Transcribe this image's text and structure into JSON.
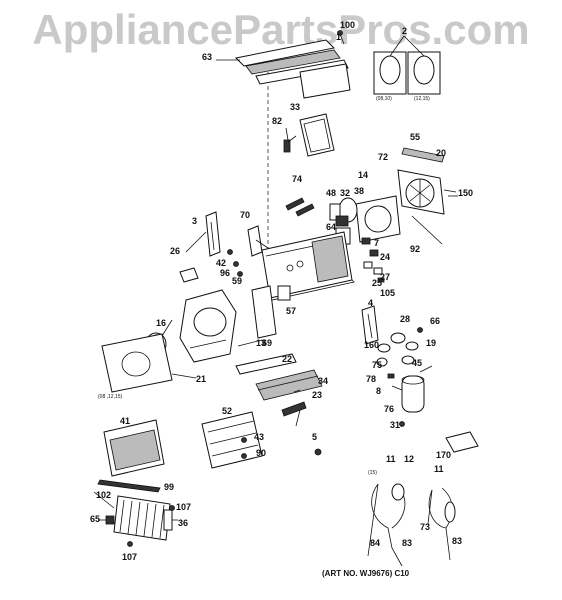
{
  "watermark": "AppliancePartsPros.com",
  "art_number": "(ART NO. WJ9676) C10",
  "callouts": [
    "1",
    "2",
    "3",
    "4",
    "5",
    "7",
    "8",
    "11",
    "12",
    "13",
    "14",
    "16",
    "19",
    "20",
    "21",
    "22",
    "23",
    "24",
    "25",
    "26",
    "27",
    "28",
    "31",
    "32",
    "33",
    "34",
    "36",
    "38",
    "41",
    "42",
    "43",
    "45",
    "48",
    "52",
    "55",
    "57",
    "59",
    "63",
    "64",
    "65",
    "66",
    "69",
    "70",
    "72",
    "73",
    "74",
    "75",
    "76",
    "78",
    "82",
    "83",
    "84",
    "90",
    "92",
    "96",
    "99",
    "100",
    "102",
    "105",
    "107",
    "150",
    "160",
    "170"
  ],
  "notes": [
    "(08,10)",
    "(12,15)",
    "(08 ,12,15)",
    "(15)"
  ]
}
